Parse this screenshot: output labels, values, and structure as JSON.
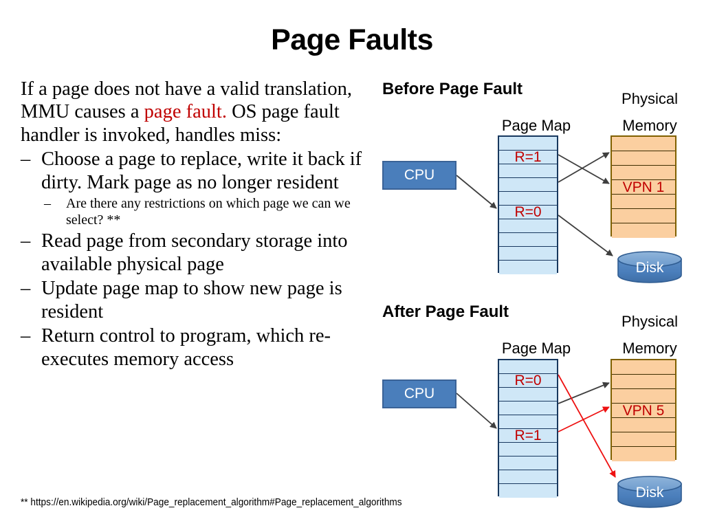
{
  "slide": {
    "title": "Page Faults"
  },
  "body": {
    "lead_part1": "If a page does not have a valid translation, MMU causes a ",
    "lead_highlight": "page fault.",
    "lead_part2": " OS page fault handler is invoked, handles miss:",
    "dash": "–",
    "bullets": [
      {
        "text": "Choose a page to replace, write it back if dirty.  Mark page as no longer resident",
        "sub": [
          "Are there any restrictions on which page we can we select? **"
        ]
      },
      {
        "text": "Read page from secondary storage into available physical page",
        "sub": []
      },
      {
        "text": "Update page map to show new page is resident",
        "sub": []
      },
      {
        "text": "Return control to program, which re-executes memory access",
        "sub": []
      }
    ],
    "footnote": "** https://en.wikipedia.org/wiki/Page_replacement_algorithm#Page_replacement_algorithms"
  },
  "diagrams": {
    "before": {
      "panel_title": "Before Page Fault",
      "cpu_label": "CPU",
      "page_map_label": "Page Map",
      "physical_label_line1": "Physical",
      "physical_label_line2": "Memory",
      "disk_label": "Disk",
      "page_map_rows": [
        "",
        "R=1",
        "",
        "",
        "",
        "R=0",
        "",
        "",
        "",
        ""
      ],
      "memory_rows": [
        "",
        "",
        "",
        "VPN 1",
        "",
        "",
        ""
      ]
    },
    "after": {
      "panel_title": "After Page Fault",
      "cpu_label": "CPU",
      "page_map_label": "Page Map",
      "physical_label_line1": "Physical",
      "physical_label_line2": "Memory",
      "disk_label": "Disk",
      "page_map_rows": [
        "",
        "R=0",
        "",
        "",
        "",
        "R=1",
        "",
        "",
        "",
        ""
      ],
      "memory_rows": [
        "",
        "",
        "",
        "VPN 5",
        "",
        "",
        ""
      ]
    }
  },
  "colors": {
    "highlight_red": "#c00000",
    "page_map_fill": "#cfe7f7",
    "memory_fill": "#fbcfa0",
    "cpu_fill": "#4a7ebb",
    "disk_fill": "#4a7ebb",
    "arrow_black": "#3f3f3f",
    "arrow_red": "#ee1111"
  }
}
